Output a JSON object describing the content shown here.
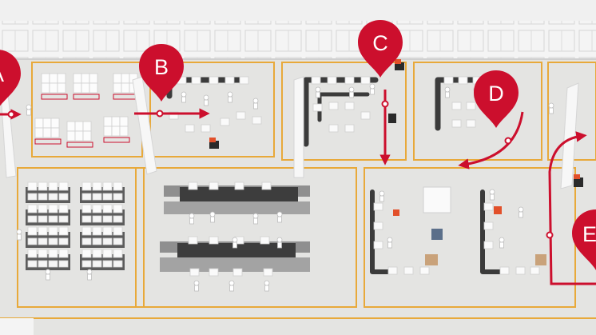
{
  "colors": {
    "floor": "#e4e4e2",
    "zone_line": "#e8a93a",
    "flow_red": "#cc0f2d",
    "wall": "#f2f2f2",
    "conveyor": "#3b3b3b",
    "box": "#ffffff",
    "worker": "#ffffff",
    "pallet": "#c9a27a"
  },
  "markers": [
    {
      "id": "A",
      "label": "A"
    },
    {
      "id": "B",
      "label": "B"
    },
    {
      "id": "C",
      "label": "C"
    },
    {
      "id": "D",
      "label": "D"
    },
    {
      "id": "E",
      "label": "E"
    }
  ],
  "icons": [
    "location-pin-icon",
    "flow-arrow-icon",
    "conveyor-icon",
    "worker-icon",
    "forklift-icon",
    "storage-rack-icon"
  ]
}
